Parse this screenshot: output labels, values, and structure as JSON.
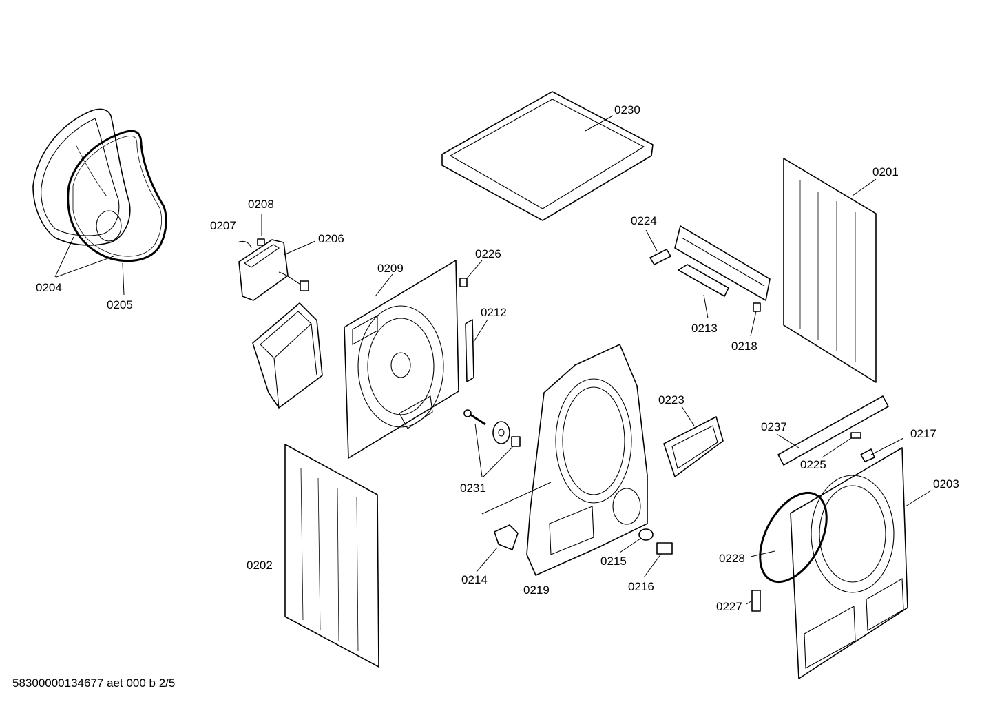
{
  "callouts": {
    "p0201": "0201",
    "p0202": "0202",
    "p0203": "0203",
    "p0204": "0204",
    "p0205": "0205",
    "p0206": "0206",
    "p0207": "0207",
    "p0208": "0208",
    "p0209": "0209",
    "p0212": "0212",
    "p0213": "0213",
    "p0214": "0214",
    "p0215": "0215",
    "p0216": "0216",
    "p0217": "0217",
    "p0218": "0218",
    "p0219": "0219",
    "p0223": "0223",
    "p0224": "0224",
    "p0225": "0225",
    "p0226": "0226",
    "p0227": "0227",
    "p0228": "0228",
    "p0230": "0230",
    "p0231": "0231",
    "p0237": "0237"
  },
  "footer": "58300000134677 aet 000 b 2/5"
}
